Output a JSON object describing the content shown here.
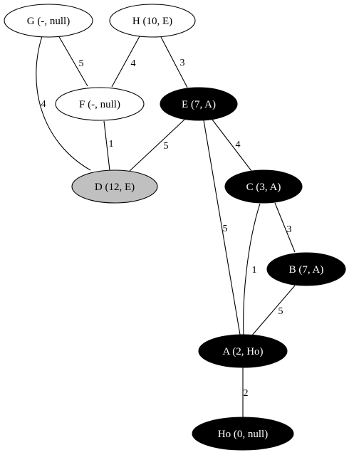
{
  "nodes": {
    "G": {
      "label": "G (-, null)",
      "state": "unvisited"
    },
    "H": {
      "label": "H (10, E)",
      "state": "unvisited"
    },
    "F": {
      "label": "F (-, null)",
      "state": "unvisited"
    },
    "E": {
      "label": "E (7, A)",
      "state": "visited"
    },
    "D": {
      "label": "D (12, E)",
      "state": "current"
    },
    "C": {
      "label": "C (3, A)",
      "state": "visited"
    },
    "B": {
      "label": "B (7, A)",
      "state": "visited"
    },
    "A": {
      "label": "A (2, Ho)",
      "state": "visited"
    },
    "Ho": {
      "label": "Ho (0, null)",
      "state": "visited"
    }
  },
  "edges": {
    "G_F": {
      "from": "G",
      "to": "F",
      "weight": "5"
    },
    "G_D": {
      "from": "G",
      "to": "D",
      "weight": "4"
    },
    "H_F": {
      "from": "H",
      "to": "F",
      "weight": "4"
    },
    "H_E": {
      "from": "H",
      "to": "E",
      "weight": "3"
    },
    "F_D": {
      "from": "F",
      "to": "D",
      "weight": "1"
    },
    "E_D": {
      "from": "E",
      "to": "D",
      "weight": "5"
    },
    "E_C": {
      "from": "E",
      "to": "C",
      "weight": "4"
    },
    "E_A": {
      "from": "E",
      "to": "A",
      "weight": "5"
    },
    "C_B": {
      "from": "C",
      "to": "B",
      "weight": "3"
    },
    "C_A": {
      "from": "C",
      "to": "A",
      "weight": "1"
    },
    "B_A": {
      "from": "B",
      "to": "A",
      "weight": "5"
    },
    "A_Ho": {
      "from": "A",
      "to": "Ho",
      "weight": "2"
    }
  },
  "colors": {
    "visited_fill": "#000000",
    "visited_text": "#ffffff",
    "current_fill": "#c0c0c0",
    "current_text": "#000000",
    "unvisited_fill": "#ffffff",
    "unvisited_text": "#000000",
    "edge": "#000000"
  }
}
